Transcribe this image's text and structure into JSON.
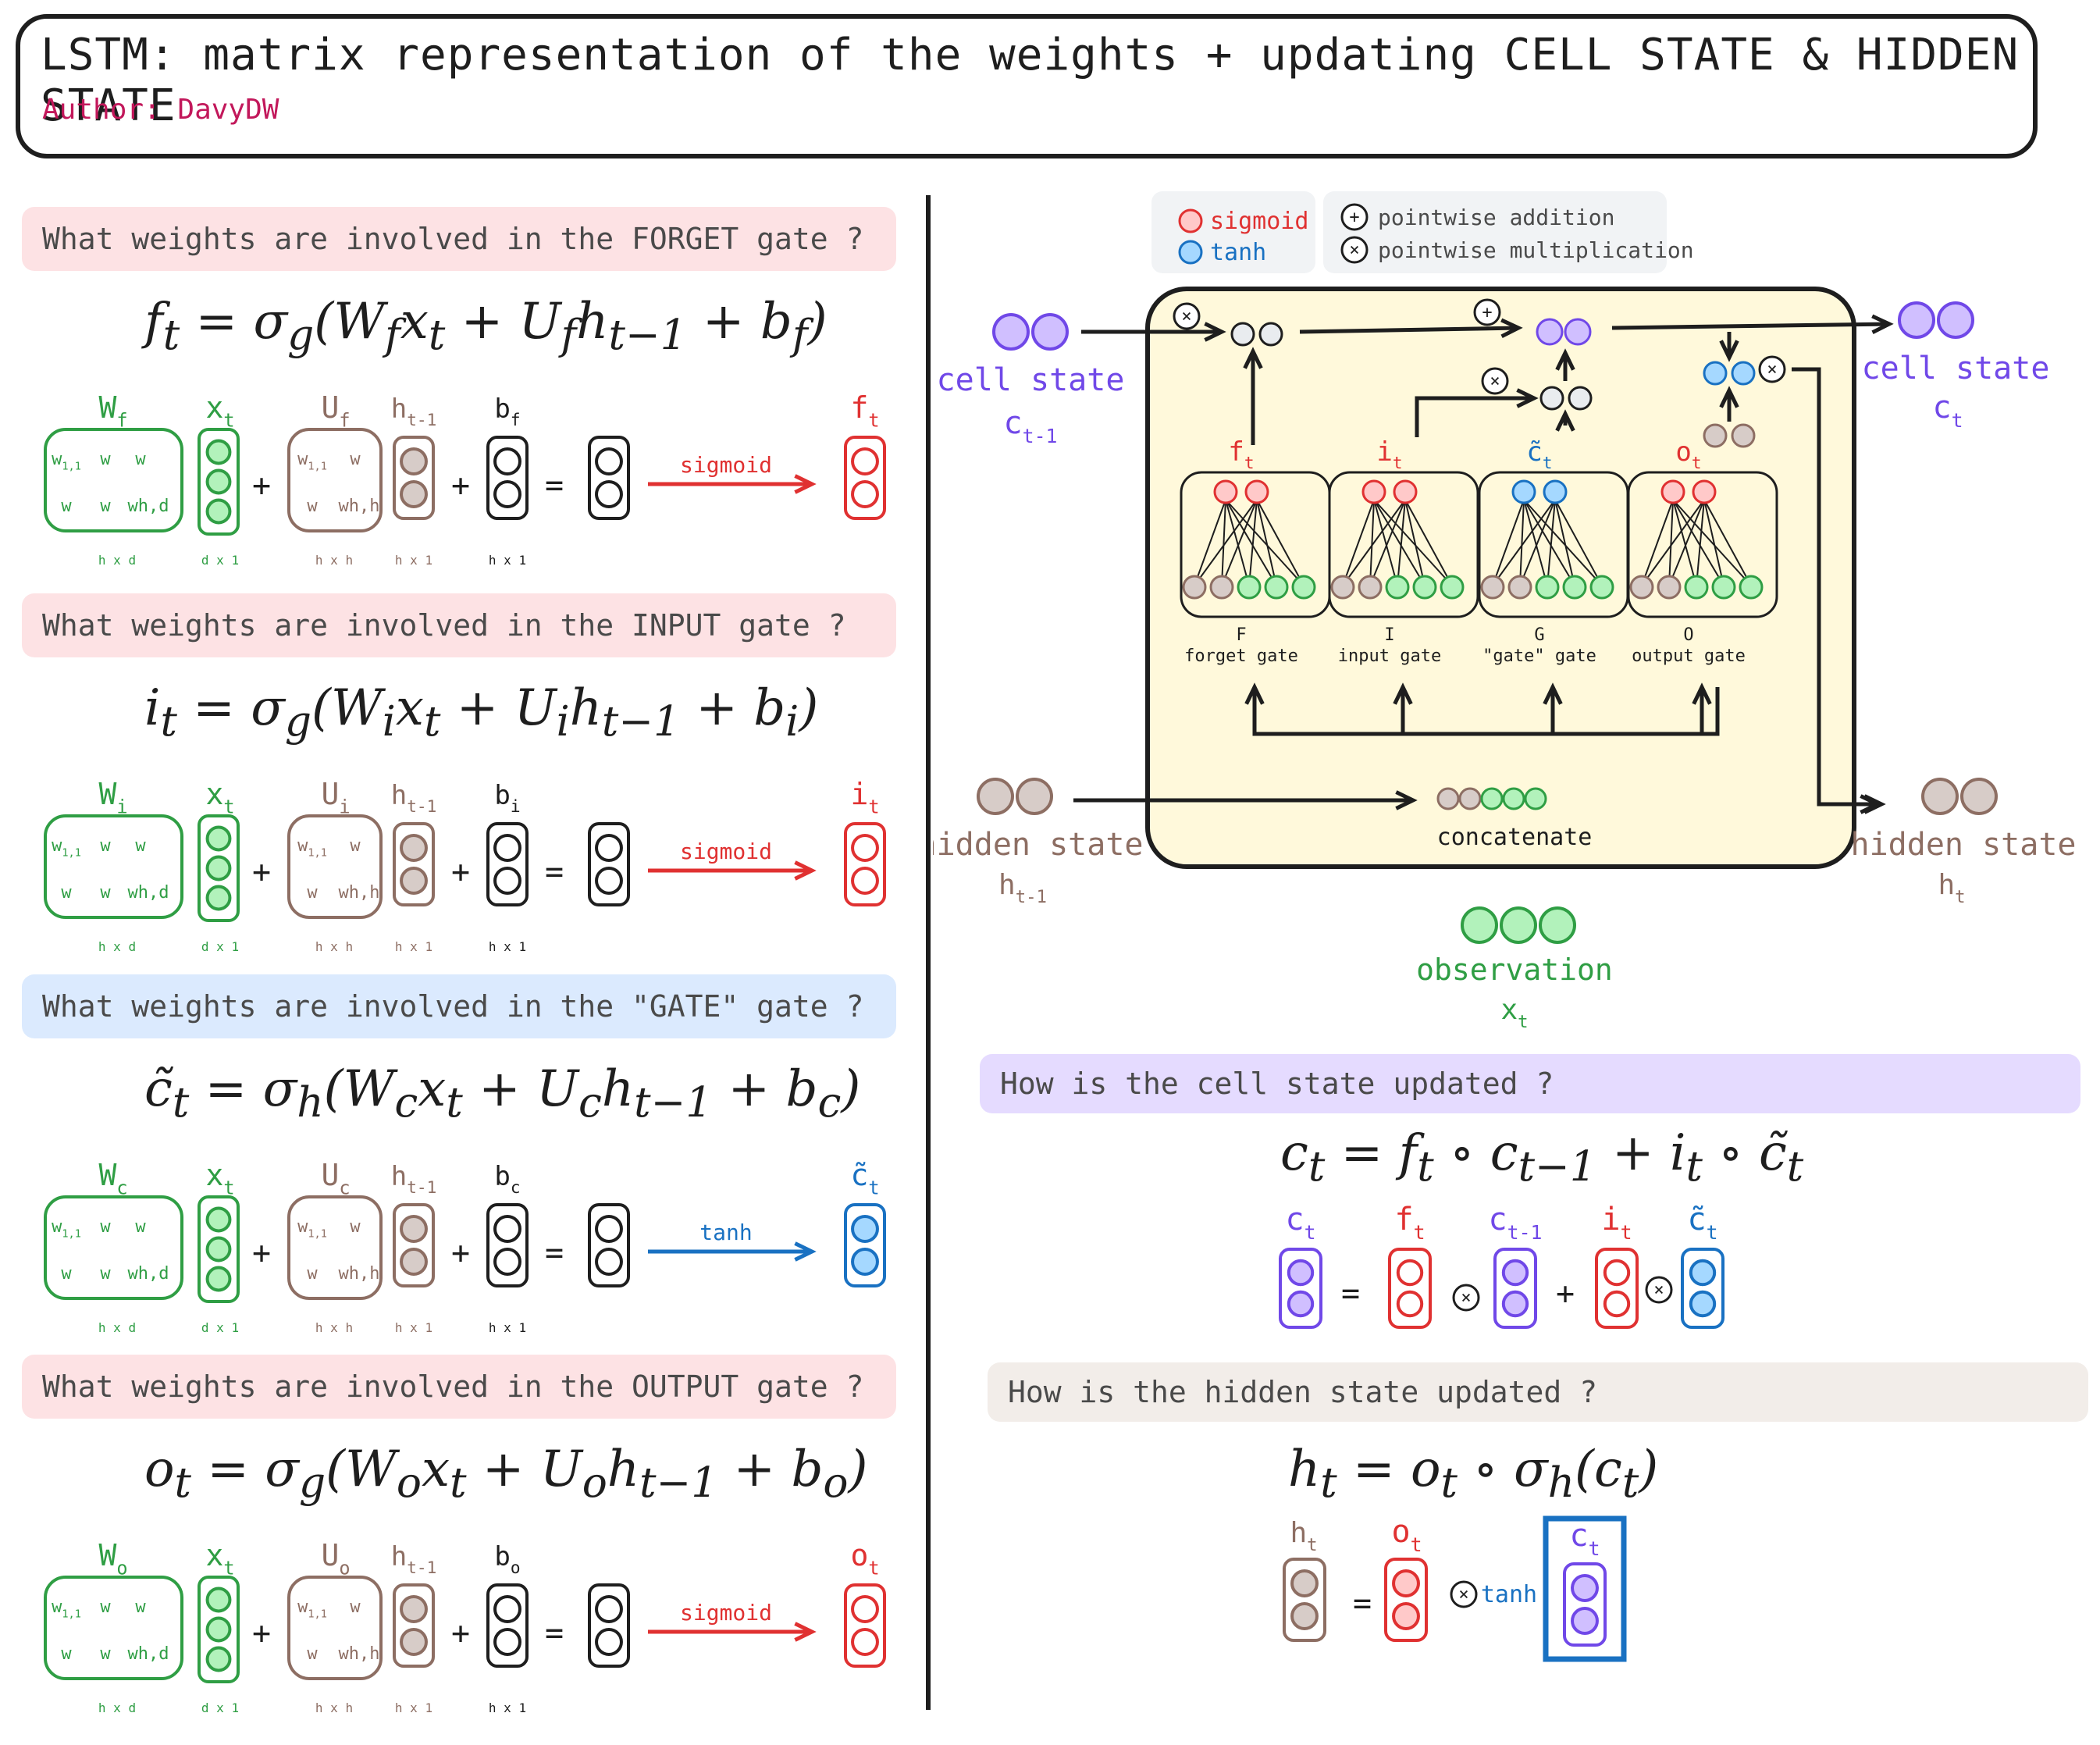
{
  "header": {
    "title": "LSTM: matrix representation of the weights + updating CELL STATE & HIDDEN STATE",
    "author": "Author: DavyDW"
  },
  "colors": {
    "green": "#2f9e44",
    "brown": "#8d6e63",
    "red": "#e03131",
    "blue": "#1971c2",
    "violet": "#7048e8",
    "black": "#1e1e1e",
    "pink_bg": "#fde2e4",
    "blue_bg": "#dbeafe",
    "violet_bg": "#e5dbff",
    "tan_bg": "#f2ede9",
    "cell_bg": "#fff9db"
  },
  "gates": [
    {
      "question": "What weights are involved in the FORGET gate ?",
      "lhs": "f",
      "lhs_sub": "t",
      "act": "σ",
      "act_sub": "g",
      "W": "W",
      "W_sub": "f",
      "U": "U",
      "U_sub": "f",
      "b": "b",
      "b_sub": "f",
      "labels": {
        "W": "Wf",
        "x": "xt",
        "U": "Uf",
        "h": "ht-1",
        "b": "bf",
        "out": "ft",
        "arrow": "sigmoid"
      }
    },
    {
      "question": "What weights are involved in the INPUT gate ?",
      "lhs": "i",
      "lhs_sub": "t",
      "act": "σ",
      "act_sub": "g",
      "W": "W",
      "W_sub": "i",
      "U": "U",
      "U_sub": "i",
      "b": "b",
      "b_sub": "i",
      "labels": {
        "W": "Wi",
        "x": "xt",
        "U": "Ui",
        "h": "ht-1",
        "b": "bi",
        "out": "it",
        "arrow": "sigmoid"
      }
    },
    {
      "question": "What weights are involved in the \"GATE\" gate ?",
      "lhs": "c̃",
      "lhs_sub": "t",
      "act": "σ",
      "act_sub": "h",
      "W": "W",
      "W_sub": "c",
      "U": "U",
      "U_sub": "c",
      "b": "b",
      "b_sub": "c",
      "labels": {
        "W": "Wc",
        "x": "xt",
        "U": "Uc",
        "h": "ht-1",
        "b": "bc",
        "out": "c̃t",
        "arrow": "tanh"
      }
    },
    {
      "question": "What weights are involved in the OUTPUT gate ?",
      "lhs": "o",
      "lhs_sub": "t",
      "act": "σ",
      "act_sub": "g",
      "W": "W",
      "W_sub": "o",
      "U": "U",
      "U_sub": "o",
      "b": "b",
      "b_sub": "o",
      "labels": {
        "W": "Wo",
        "x": "xt",
        "U": "Uo",
        "h": "ht-1",
        "b": "bo",
        "out": "ot",
        "arrow": "sigmoid"
      }
    }
  ],
  "matrix": {
    "w": "w",
    "w11": "w1,1",
    "whd": "wh,d",
    "whh": "wh,h",
    "dims": {
      "W": "h x d",
      "x": "d x 1",
      "U": "h x h",
      "h": "h x 1",
      "b": "h x 1"
    }
  },
  "symbols": {
    "plus": "+",
    "equals": "=",
    "times": "×",
    "t": "t",
    "tm1": "t−1"
  },
  "legend": {
    "sigmoid": "sigmoid",
    "tanh": "tanh",
    "add": "pointwise addition",
    "mul": "pointwise multiplication"
  },
  "cell": {
    "cell_state_in": "cell state",
    "cell_state_in_sym": "ct-1",
    "cell_state_out": "cell state",
    "cell_state_out_sym": "ct",
    "hidden_in": "hidden state",
    "hidden_in_sym": "ht-1",
    "hidden_out": "hidden state",
    "hidden_out_sym": "ht",
    "observation": "observation",
    "observation_sym": "xt",
    "concatenate": "concatenate",
    "gate_syms": [
      "ft",
      "it",
      "c̃t",
      "ot"
    ],
    "gate_letters": [
      "F",
      "I",
      "G",
      "O"
    ],
    "gate_names": [
      "forget gate",
      "input gate",
      "\"gate\" gate",
      "output gate"
    ]
  },
  "cell_update": {
    "question": "How is the cell state updated ?",
    "labels": [
      "ct",
      "ft",
      "ct-1",
      "it",
      "c̃t"
    ]
  },
  "hidden_update": {
    "question": "How is the hidden state updated ?",
    "labels": [
      "ht",
      "ot",
      "ct"
    ],
    "tanh": "tanh"
  }
}
